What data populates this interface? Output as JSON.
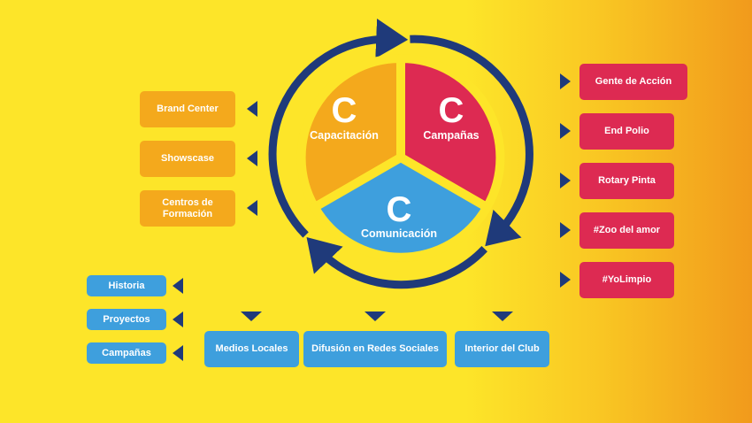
{
  "colors": {
    "capacitacion": "#f4a91c",
    "campanas": "#dd2a52",
    "comunicacion": "#3e9fdd",
    "arrows": "#1f3a7a"
  },
  "cycle": {
    "capacitacion": {
      "letter": "C",
      "label": "Capacitación"
    },
    "campanas": {
      "letter": "C",
      "label": "Campañas"
    },
    "comunicacion": {
      "letter": "C",
      "label": "Comunicación"
    }
  },
  "capacitacion_items": [
    "Brand Center",
    "Showscase",
    "Centros de Formación"
  ],
  "campanas_items": [
    "Gente de Acción",
    "End Polio",
    "Rotary Pinta",
    "#Zoo del amor",
    "#YoLimpio"
  ],
  "comunicacion_channels": [
    "Medios Locales",
    "Difusión en Redes Sociales",
    "Interior del Club"
  ],
  "comunicacion_items": [
    "Historia",
    "Proyectos",
    "Campañas"
  ]
}
